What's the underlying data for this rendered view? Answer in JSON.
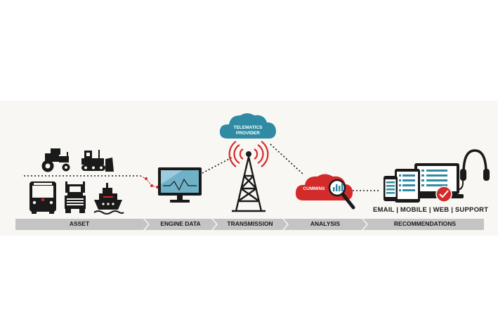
{
  "stages": [
    {
      "key": "asset",
      "label": "ASSET"
    },
    {
      "key": "engine",
      "label": "ENGINE DATA"
    },
    {
      "key": "transmission",
      "label": "TRANSMISSION"
    },
    {
      "key": "analysis",
      "label": "ANALYSIS"
    },
    {
      "key": "recommendations",
      "label": "RECOMMENDATIONS"
    }
  ],
  "cloud_provider": {
    "line1": "TELEMATICS",
    "line2": "PROVIDER"
  },
  "cloud_analysis": {
    "label": "CUMMINS"
  },
  "channels": "EMAIL | MOBILE | WEB | SUPPORT",
  "icons": [
    "tractor-icon",
    "bulldozer-icon",
    "bus-icon",
    "truck-icon",
    "ship-icon",
    "monitor-icon",
    "cell-tower-icon",
    "cloud-icon",
    "magnifier-icon",
    "phone-icon",
    "tablet-icon",
    "laptop-icon",
    "headset-icon",
    "check-badge-icon"
  ],
  "colors": {
    "teal": "#2f8aa3",
    "red": "#d32a2a",
    "dark": "#1a1a1a",
    "arrow_gray": "#c4c4c4"
  }
}
